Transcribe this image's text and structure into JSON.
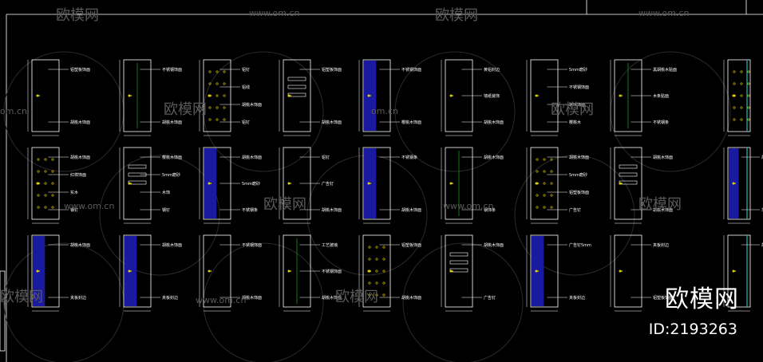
{
  "watermark": {
    "brand": "欧模网",
    "url": "www.om.cn",
    "url_partial": "om.cn"
  },
  "corner": {
    "brand": "欧模网",
    "id": "ID:2193263"
  },
  "colors": {
    "background": "#000000",
    "frame": "#ffffff",
    "blue_fill": "#1a1aa0",
    "cyan_line": "#20c0c0",
    "yellow": "#e0d000",
    "green": "#20c020",
    "magenta": "#c020c0",
    "watermark": "#5a5a5a"
  },
  "doors": [
    {
      "labels": [
        "铝塑板饰面",
        "胡桃木饰面"
      ]
    },
    {
      "labels": [
        "不锈钢饰面",
        "胡桃木饰面"
      ]
    },
    {
      "labels": [
        "铝钉",
        "铝线",
        "胡桃木饰面",
        "铝钉"
      ]
    },
    {
      "labels": [
        "铝塑板饰面",
        "胡桃木饰面"
      ]
    },
    {
      "labels": [
        "不锈钢饰面",
        "樱桃木饰面"
      ]
    },
    {
      "labels": [
        "黄铝封边",
        "墙纸装饰",
        "胡桃木饰面"
      ]
    },
    {
      "labels": [
        "5mm磨砂",
        "不锈钢饰面",
        "玻璃饰面",
        "樱桃木"
      ]
    },
    {
      "labels": [
        "黑胡桃木贴面",
        "木条贴面",
        "不锈钢条"
      ]
    },
    {
      "labels": []
    },
    {
      "labels": [
        "胡桃木饰面",
        "红榉饰面",
        "实木",
        "钢钉"
      ]
    },
    {
      "labels": [
        "樱桃木饰面",
        "5mm磨砂",
        "木饰",
        "钢钉"
      ]
    },
    {
      "labels": [
        "胡桃木饰面",
        "5mm磨砂",
        "不锈钢条"
      ]
    },
    {
      "labels": [
        "铝钉",
        "广告钉",
        "胡桃木饰面"
      ]
    },
    {
      "labels": [
        "不锈钢条",
        "胡桃木饰面"
      ]
    },
    {
      "labels": [
        "胡桃木饰面",
        "钢饰条"
      ]
    },
    {
      "labels": [
        "胡桃木饰面",
        "5mm磨砂",
        "铝塑板饰面",
        "广告钉"
      ]
    },
    {
      "labels": [
        "胡桃木饰面",
        "胡桃木饰面"
      ]
    },
    {
      "labels": [
        "胡桃木饰面",
        "灰影木"
      ]
    },
    {
      "labels": [
        "胡桃木饰面",
        "夹板封边"
      ]
    },
    {
      "labels": [
        "胡桃木饰面",
        "夹板封边"
      ]
    },
    {
      "labels": [
        "不锈钢饰面",
        "胡桃木饰面"
      ]
    },
    {
      "labels": [
        "工艺玻璃",
        "不锈钢饰面",
        "胡桃木饰面"
      ]
    },
    {
      "labels": [
        "铝塑板饰面",
        "胡桃木饰面"
      ]
    },
    {
      "labels": [
        "胡桃木饰面",
        "广告钉"
      ]
    },
    {
      "labels": [
        "广告钉5mm",
        "夹板封边"
      ]
    },
    {
      "labels": [
        "夹板封边",
        "铝塑板饰面"
      ]
    },
    {
      "labels": [
        "胡桃木饰面"
      ]
    }
  ]
}
